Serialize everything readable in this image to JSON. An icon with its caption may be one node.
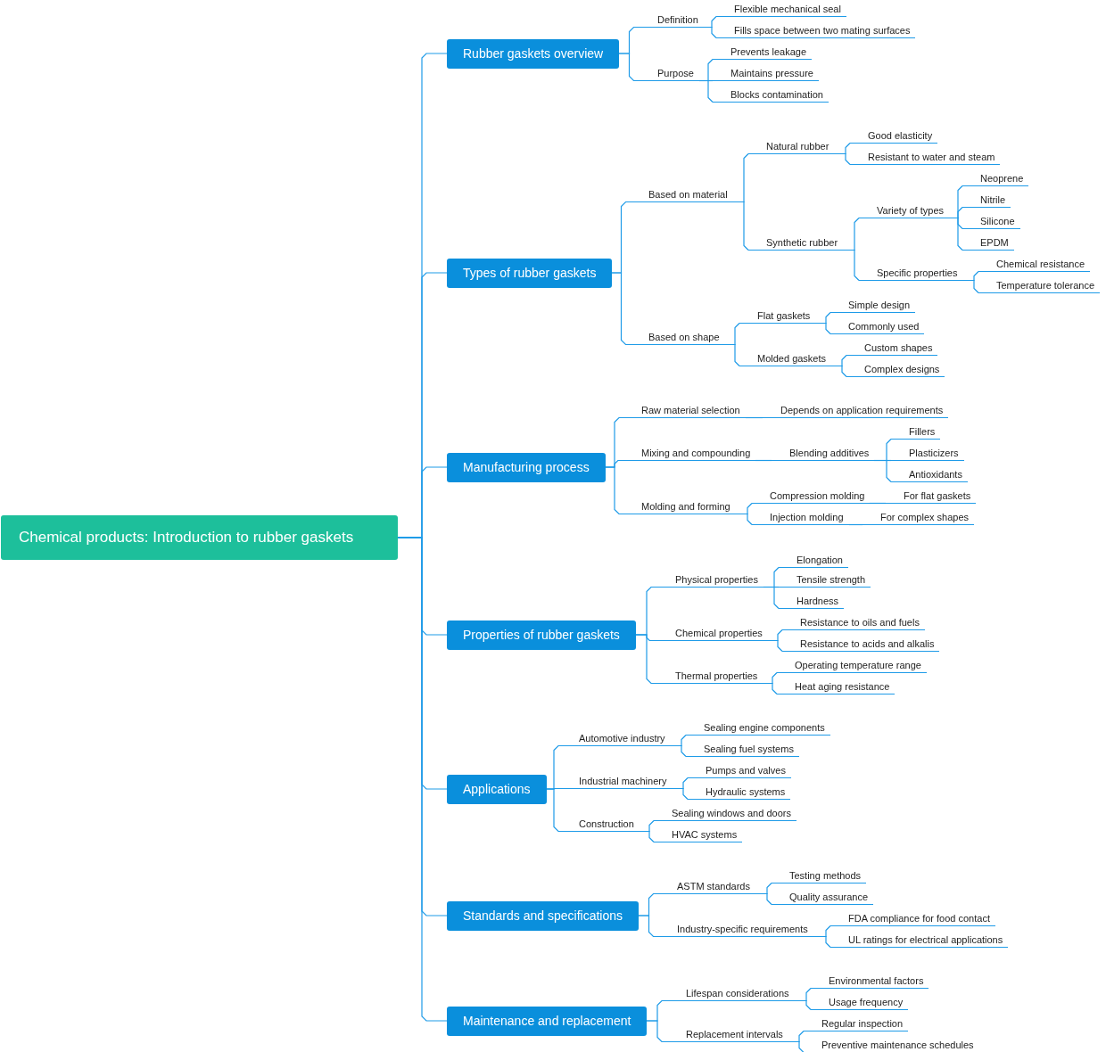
{
  "diagram": {
    "nodes": [
      {
        "text": [
          "Chemical products: Introduction to rubber gaskets"
        ]
      },
      {
        "text": [
          "Rubber gaskets overview"
        ]
      },
      {
        "text": [
          "Definition"
        ]
      },
      {
        "text": [
          "Flexible mechanical seal"
        ]
      },
      {
        "text": [
          "Fills space between two mating surfaces"
        ]
      },
      {
        "text": [
          "Purpose"
        ]
      },
      {
        "text": [
          "Prevents leakage"
        ]
      },
      {
        "text": [
          "Maintains pressure"
        ]
      },
      {
        "text": [
          "Blocks contamination"
        ]
      },
      {
        "text": [
          "Types of rubber gaskets"
        ]
      },
      {
        "text": [
          "Based on material"
        ]
      },
      {
        "text": [
          "Natural rubber"
        ]
      },
      {
        "text": [
          "Good elasticity"
        ]
      },
      {
        "text": [
          "Resistant to water and steam"
        ]
      },
      {
        "text": [
          "Synthetic rubber"
        ]
      },
      {
        "text": [
          "Variety of types"
        ]
      },
      {
        "text": [
          "Neoprene"
        ]
      },
      {
        "text": [
          "Nitrile"
        ]
      },
      {
        "text": [
          "Silicone"
        ]
      },
      {
        "text": [
          "EPDM"
        ]
      },
      {
        "text": [
          "Specific properties"
        ]
      },
      {
        "text": [
          "Chemical resistance"
        ]
      },
      {
        "text": [
          "Temperature tolerance"
        ]
      },
      {
        "text": [
          "Based on shape"
        ]
      },
      {
        "text": [
          "Flat gaskets"
        ]
      },
      {
        "text": [
          "Simple design"
        ]
      },
      {
        "text": [
          "Commonly used"
        ]
      },
      {
        "text": [
          "Molded gaskets"
        ]
      },
      {
        "text": [
          "Custom shapes"
        ]
      },
      {
        "text": [
          "Complex designs"
        ]
      },
      {
        "text": [
          "Manufacturing process"
        ]
      },
      {
        "text": [
          "Raw material selection"
        ]
      },
      {
        "text": [
          "Depends on application requirements"
        ]
      },
      {
        "text": [
          "Mixing and compounding"
        ]
      },
      {
        "text": [
          "Blending additives"
        ]
      },
      {
        "text": [
          "Fillers"
        ]
      },
      {
        "text": [
          "Plasticizers"
        ]
      },
      {
        "text": [
          "Antioxidants"
        ]
      },
      {
        "text": [
          "Molding and forming"
        ]
      },
      {
        "text": [
          "Compression molding"
        ]
      },
      {
        "text": [
          "For flat gaskets"
        ]
      },
      {
        "text": [
          "Injection molding"
        ]
      },
      {
        "text": [
          "For complex shapes"
        ]
      },
      {
        "text": [
          "Properties of rubber gaskets"
        ]
      },
      {
        "text": [
          "Physical properties"
        ]
      },
      {
        "text": [
          "Elongation"
        ]
      },
      {
        "text": [
          "Tensile strength"
        ]
      },
      {
        "text": [
          "Hardness"
        ]
      },
      {
        "text": [
          "Chemical properties"
        ]
      },
      {
        "text": [
          "Resistance to oils and fuels"
        ]
      },
      {
        "text": [
          "Resistance to acids and alkalis"
        ]
      },
      {
        "text": [
          "Thermal properties"
        ]
      },
      {
        "text": [
          "Operating temperature range"
        ]
      },
      {
        "text": [
          "Heat aging resistance"
        ]
      },
      {
        "text": [
          "Applications"
        ]
      },
      {
        "text": [
          "Automotive industry"
        ]
      },
      {
        "text": [
          "Sealing engine components"
        ]
      },
      {
        "text": [
          "Sealing fuel systems"
        ]
      },
      {
        "text": [
          "Industrial machinery"
        ]
      },
      {
        "text": [
          "Pumps and valves"
        ]
      },
      {
        "text": [
          "Hydraulic systems"
        ]
      },
      {
        "text": [
          "Construction"
        ]
      },
      {
        "text": [
          "Sealing windows and doors"
        ]
      },
      {
        "text": [
          "HVAC systems"
        ]
      },
      {
        "text": [
          "Standards and specifications"
        ]
      },
      {
        "text": [
          "ASTM standards"
        ]
      },
      {
        "text": [
          "Testing methods"
        ]
      },
      {
        "text": [
          "Quality assurance"
        ]
      },
      {
        "text": [
          "Industry-specific requirements"
        ]
      },
      {
        "text": [
          "FDA compliance for food contact"
        ]
      },
      {
        "text": [
          "UL ratings for electrical applications"
        ]
      },
      {
        "text": [
          "Maintenance and replacement"
        ]
      },
      {
        "text": [
          "Lifespan considerations"
        ]
      },
      {
        "text": [
          "Environmental factors"
        ]
      },
      {
        "text": [
          "Usage frequency"
        ]
      },
      {
        "text": [
          "Replacement intervals"
        ]
      },
      {
        "text": [
          "Regular inspection"
        ]
      },
      {
        "text": [
          "Preventive maintenance schedules"
        ]
      }
    ],
    "edges": [
      {
        "from": 0,
        "to": 1,
        "arrow": "none"
      },
      {
        "from": 0,
        "to": 9,
        "arrow": "none"
      },
      {
        "from": 0,
        "to": 30,
        "arrow": "none"
      },
      {
        "from": 0,
        "to": 43,
        "arrow": "none"
      },
      {
        "from": 0,
        "to": 54,
        "arrow": "none"
      },
      {
        "from": 0,
        "to": 64,
        "arrow": "none"
      },
      {
        "from": 0,
        "to": 71,
        "arrow": "none"
      },
      {
        "from": 1,
        "to": 2,
        "arrow": "none"
      },
      {
        "from": 2,
        "to": 3,
        "arrow": "none"
      },
      {
        "from": 2,
        "to": 4,
        "arrow": "none"
      },
      {
        "from": 1,
        "to": 5,
        "arrow": "none"
      },
      {
        "from": 5,
        "to": 6,
        "arrow": "none"
      },
      {
        "from": 5,
        "to": 7,
        "arrow": "none"
      },
      {
        "from": 5,
        "to": 8,
        "arrow": "none"
      },
      {
        "from": 9,
        "to": 10,
        "arrow": "none"
      },
      {
        "from": 10,
        "to": 11,
        "arrow": "none"
      },
      {
        "from": 11,
        "to": 12,
        "arrow": "none"
      },
      {
        "from": 11,
        "to": 13,
        "arrow": "none"
      },
      {
        "from": 10,
        "to": 14,
        "arrow": "none"
      },
      {
        "from": 14,
        "to": 15,
        "arrow": "none"
      },
      {
        "from": 15,
        "to": 16,
        "arrow": "none"
      },
      {
        "from": 15,
        "to": 17,
        "arrow": "none"
      },
      {
        "from": 15,
        "to": 18,
        "arrow": "none"
      },
      {
        "from": 15,
        "to": 19,
        "arrow": "none"
      },
      {
        "from": 14,
        "to": 20,
        "arrow": "none"
      },
      {
        "from": 20,
        "to": 21,
        "arrow": "none"
      },
      {
        "from": 20,
        "to": 22,
        "arrow": "none"
      },
      {
        "from": 9,
        "to": 23,
        "arrow": "none"
      },
      {
        "from": 23,
        "to": 24,
        "arrow": "none"
      },
      {
        "from": 24,
        "to": 25,
        "arrow": "none"
      },
      {
        "from": 24,
        "to": 26,
        "arrow": "none"
      },
      {
        "from": 23,
        "to": 27,
        "arrow": "none"
      },
      {
        "from": 27,
        "to": 28,
        "arrow": "none"
      },
      {
        "from": 27,
        "to": 29,
        "arrow": "none"
      },
      {
        "from": 30,
        "to": 31,
        "arrow": "none"
      },
      {
        "from": 31,
        "to": 32,
        "arrow": "none"
      },
      {
        "from": 30,
        "to": 33,
        "arrow": "none"
      },
      {
        "from": 33,
        "to": 34,
        "arrow": "none"
      },
      {
        "from": 34,
        "to": 35,
        "arrow": "none"
      },
      {
        "from": 34,
        "to": 36,
        "arrow": "none"
      },
      {
        "from": 34,
        "to": 37,
        "arrow": "none"
      },
      {
        "from": 30,
        "to": 38,
        "arrow": "none"
      },
      {
        "from": 38,
        "to": 39,
        "arrow": "none"
      },
      {
        "from": 39,
        "to": 40,
        "arrow": "none"
      },
      {
        "from": 38,
        "to": 41,
        "arrow": "none"
      },
      {
        "from": 41,
        "to": 42,
        "arrow": "none"
      },
      {
        "from": 43,
        "to": 44,
        "arrow": "none"
      },
      {
        "from": 44,
        "to": 45,
        "arrow": "none"
      },
      {
        "from": 44,
        "to": 46,
        "arrow": "none"
      },
      {
        "from": 44,
        "to": 47,
        "arrow": "none"
      },
      {
        "from": 43,
        "to": 48,
        "arrow": "none"
      },
      {
        "from": 48,
        "to": 49,
        "arrow": "none"
      },
      {
        "from": 48,
        "to": 50,
        "arrow": "none"
      },
      {
        "from": 43,
        "to": 51,
        "arrow": "none"
      },
      {
        "from": 51,
        "to": 52,
        "arrow": "none"
      },
      {
        "from": 51,
        "to": 53,
        "arrow": "none"
      },
      {
        "from": 54,
        "to": 55,
        "arrow": "none"
      },
      {
        "from": 55,
        "to": 56,
        "arrow": "none"
      },
      {
        "from": 55,
        "to": 57,
        "arrow": "none"
      },
      {
        "from": 54,
        "to": 58,
        "arrow": "none"
      },
      {
        "from": 58,
        "to": 59,
        "arrow": "none"
      },
      {
        "from": 58,
        "to": 60,
        "arrow": "none"
      },
      {
        "from": 54,
        "to": 61,
        "arrow": "none"
      },
      {
        "from": 61,
        "to": 62,
        "arrow": "none"
      },
      {
        "from": 61,
        "to": 63,
        "arrow": "none"
      },
      {
        "from": 64,
        "to": 65,
        "arrow": "none"
      },
      {
        "from": 65,
        "to": 66,
        "arrow": "none"
      },
      {
        "from": 65,
        "to": 67,
        "arrow": "none"
      },
      {
        "from": 64,
        "to": 68,
        "arrow": "none"
      },
      {
        "from": 68,
        "to": 69,
        "arrow": "none"
      },
      {
        "from": 68,
        "to": 70,
        "arrow": "none"
      },
      {
        "from": 71,
        "to": 72,
        "arrow": "none"
      },
      {
        "from": 72,
        "to": 73,
        "arrow": "none"
      },
      {
        "from": 72,
        "to": 74,
        "arrow": "none"
      },
      {
        "from": 71,
        "to": 75,
        "arrow": "none"
      },
      {
        "from": 75,
        "to": 76,
        "arrow": "none"
      },
      {
        "from": 75,
        "to": 77,
        "arrow": "none"
      }
    ]
  }
}
